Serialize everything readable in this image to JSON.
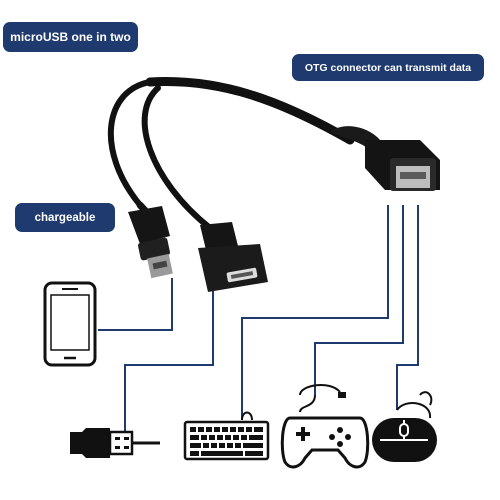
{
  "labels": {
    "microusb": "microUSB one in two",
    "otg": "OTG connector can transmit data",
    "chargeable": "chargeable"
  },
  "colors": {
    "label_background": "#1f3a6e",
    "label_text": "#ffffff",
    "line": "#1f3a6e",
    "cable": "#111111"
  },
  "icons": [
    "phone-icon",
    "usb-plug-icon",
    "keyboard-icon",
    "gamepad-icon",
    "mouse-icon"
  ]
}
